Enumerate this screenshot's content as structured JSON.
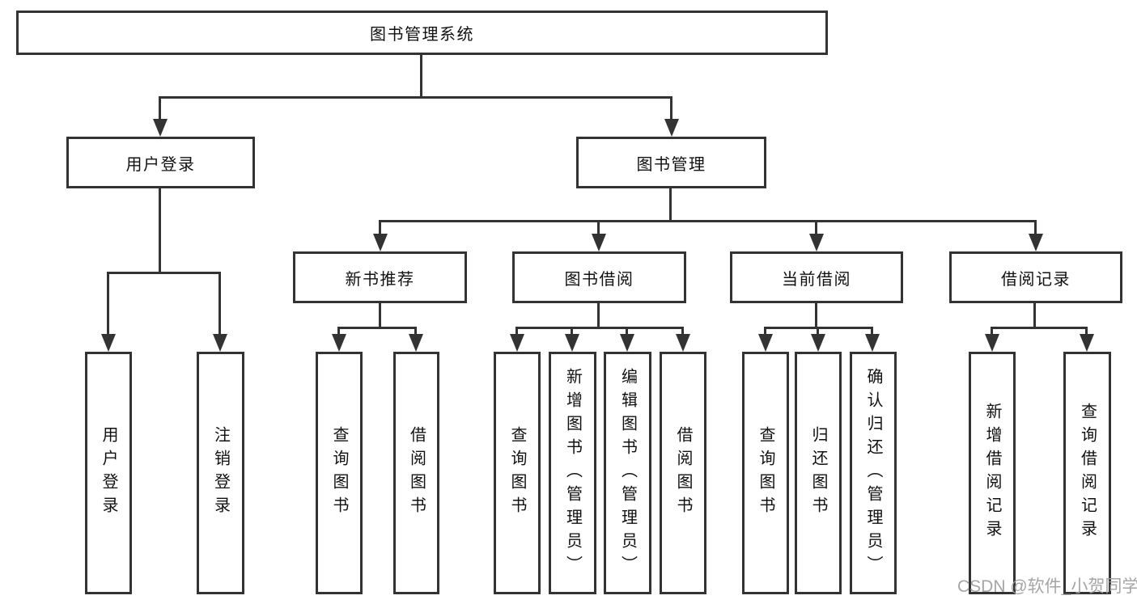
{
  "watermark": "CSDN @软件_小贺同学",
  "colors": {
    "line": "#333333",
    "text": "#111111",
    "background": "#ffffff",
    "watermark": "#9e9e9e"
  },
  "tree": {
    "label": "图书管理系统",
    "children": [
      {
        "label": "用户登录",
        "children": [
          {
            "label": "用户登录"
          },
          {
            "label": "注销登录"
          }
        ]
      },
      {
        "label": "图书管理",
        "children": [
          {
            "label": "新书推荐",
            "children": [
              {
                "label": "查询图书"
              },
              {
                "label": "借阅图书"
              }
            ]
          },
          {
            "label": "图书借阅",
            "children": [
              {
                "label": "查询图书"
              },
              {
                "label": "新增图书（管理员）"
              },
              {
                "label": "编辑图书（管理员）"
              },
              {
                "label": "借阅图书"
              }
            ]
          },
          {
            "label": "当前借阅",
            "children": [
              {
                "label": "查询图书"
              },
              {
                "label": "归还图书"
              },
              {
                "label": "确认归还（管理员）"
              }
            ]
          },
          {
            "label": "借阅记录",
            "children": [
              {
                "label": "新增借阅记录"
              },
              {
                "label": "查询借阅记录"
              }
            ]
          }
        ]
      }
    ]
  }
}
